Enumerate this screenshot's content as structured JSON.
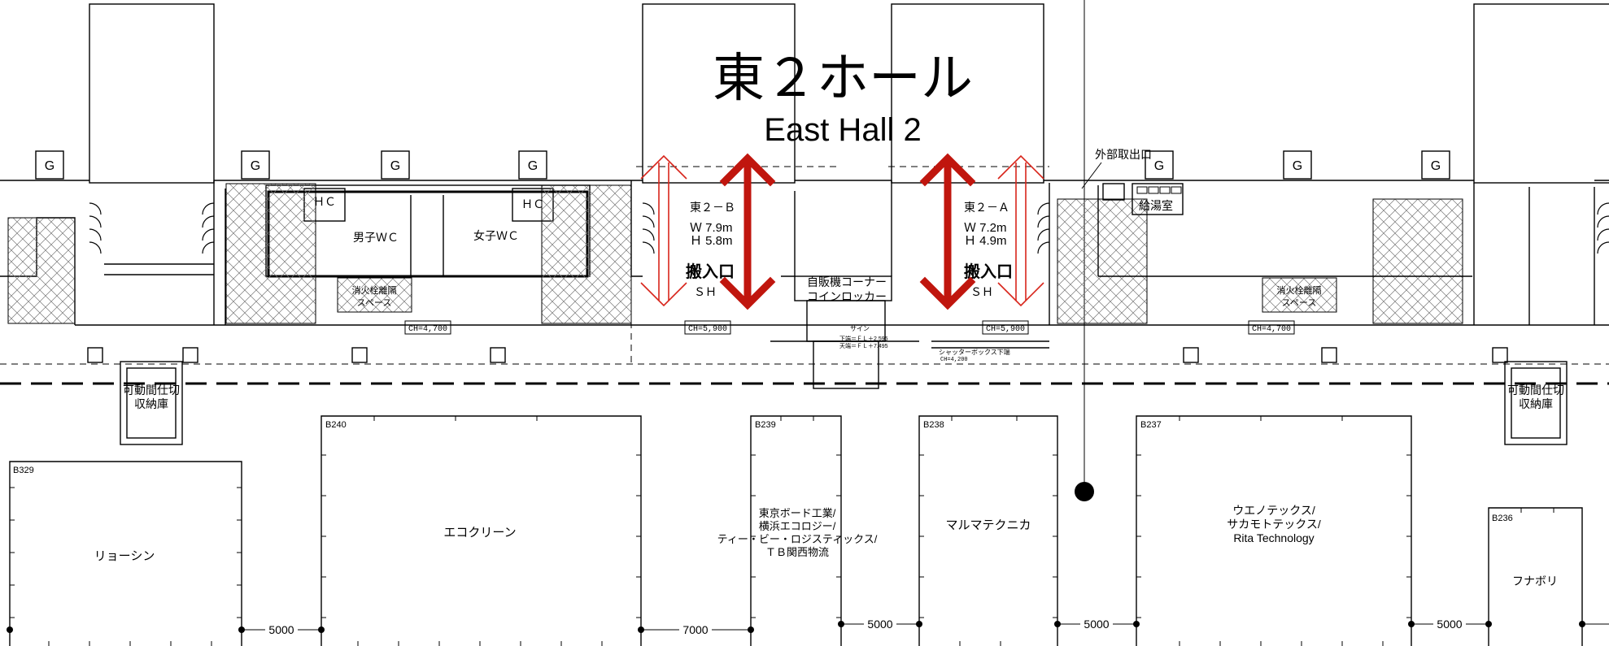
{
  "hall": {
    "title_ja": "東２ホール",
    "title_en": "East Hall 2"
  },
  "labels": {
    "gate": "G",
    "hc": "ＨＣ",
    "mens_wc": "男子ＷＣ",
    "womens_wc": "女子ＷＣ",
    "hydrant_line1": "消火栓離隔",
    "hydrant_line2": "スペース",
    "ch_4700": "CH=4,700",
    "ch_5900": "CH=5,900",
    "partition_line1": "可動間仕切",
    "partition_line2": "収納庫",
    "vending_line1": "自販機コーナー",
    "vending_line2": "コインロッカー",
    "sign": "サイン",
    "sign_lower": "下端＝ＦＬ＋2.595",
    "sign_upper": "天端＝ＦＬ＋7.495",
    "shutter_box": "シャッターボックス下端",
    "ch_4200": "CH=4,200",
    "external_outlet": "外部取出口",
    "kitchenette": "給湯室"
  },
  "loading_docks": [
    {
      "name": "東２－Ｂ",
      "width": "Ｗ 7.9m",
      "height": "Ｈ 5.8m",
      "label": "搬入口",
      "sh": "ＳＨ"
    },
    {
      "name": "東２－Ａ",
      "width": "Ｗ 7.2m",
      "height": "Ｈ 4.9m",
      "label": "搬入口",
      "sh": "ＳＨ"
    }
  ],
  "booths": [
    {
      "id": "B329",
      "names": [
        "リョーシン"
      ]
    },
    {
      "id": "B240",
      "names": [
        "エコクリーン"
      ]
    },
    {
      "id": "B239",
      "names": [
        "東京ボード工業/",
        "横浜エコロジー/",
        "ティー・ビー・ロジスティックス/",
        "ＴＢ関西物流"
      ]
    },
    {
      "id": "B238",
      "names": [
        "マルマテクニカ"
      ]
    },
    {
      "id": "B237",
      "names": [
        "ウエノテックス/",
        "サカモトテックス/",
        "Rita Technology"
      ]
    },
    {
      "id": "B236",
      "names": [
        "フナボリ"
      ]
    }
  ],
  "dimensions": [
    "5000",
    "7000",
    "5000",
    "5000",
    "5000"
  ],
  "colors": {
    "arrow_solid": "#c0160e",
    "arrow_outline": "#d8251b",
    "line": "#000000"
  }
}
